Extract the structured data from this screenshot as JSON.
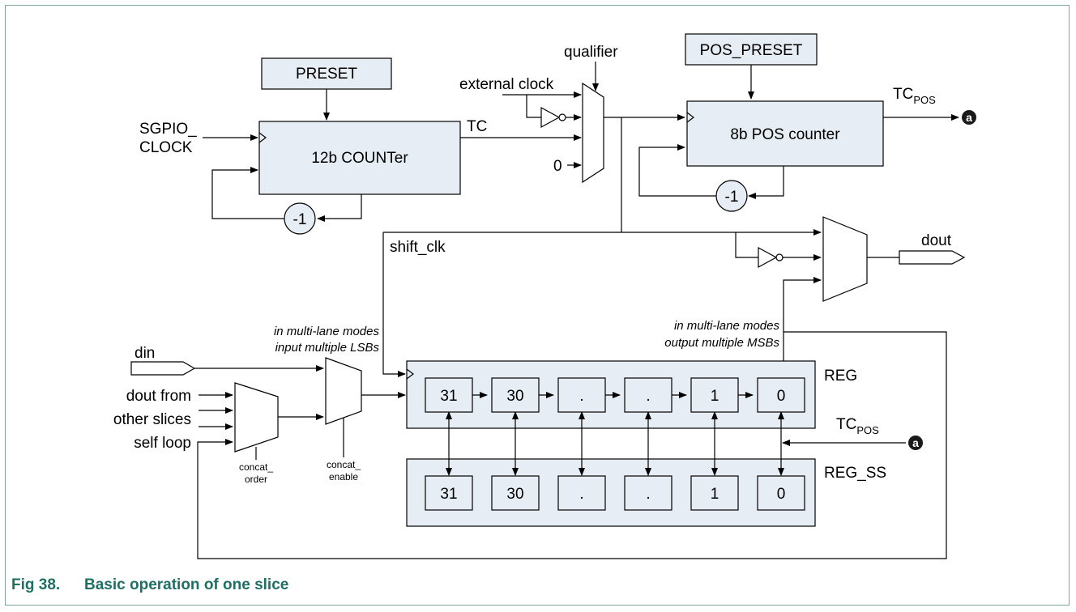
{
  "figure": {
    "caption_number": "Fig 38.",
    "caption_text": "Basic operation of one slice"
  },
  "colors": {
    "box_fill": "#e6edf4",
    "stroke": "#000000",
    "caption": "#1f6f65",
    "frame": "#7fa6a2"
  },
  "labels": {
    "preset": "PRESET",
    "pos_preset": "POS_PRESET",
    "counter12": "12b COUNTer",
    "pos_counter": "8b POS counter",
    "sgpio_line1": "SGPIO_",
    "sgpio_line2": "CLOCK",
    "tc": "TC",
    "minus_one": "-1",
    "external_clock": "external clock",
    "qualifier": "qualifier",
    "zero_input": "0",
    "tc_pos_main": "TC",
    "tc_pos_sub": "POS",
    "marker": "a",
    "shift_clk": "shift_clk",
    "dout": "dout",
    "din": "din",
    "dout_from": "dout from",
    "other_slices": "other slices",
    "self_loop": "self loop",
    "concat_order_1": "concat_",
    "concat_order_2": "order",
    "concat_enable_1": "concat_",
    "concat_enable_2": "enable",
    "ml_in_1": "in multi-lane modes",
    "ml_in_2": "input multiple LSBs",
    "ml_out_1": "in multi-lane modes",
    "ml_out_2": "output multiple MSBs",
    "reg": "REG",
    "reg_ss": "REG_SS"
  },
  "reg_bits": [
    "31",
    "30",
    ".",
    ".",
    "1",
    "0"
  ],
  "reg_ss_bits": [
    "31",
    "30",
    ".",
    ".",
    "1",
    "0"
  ]
}
